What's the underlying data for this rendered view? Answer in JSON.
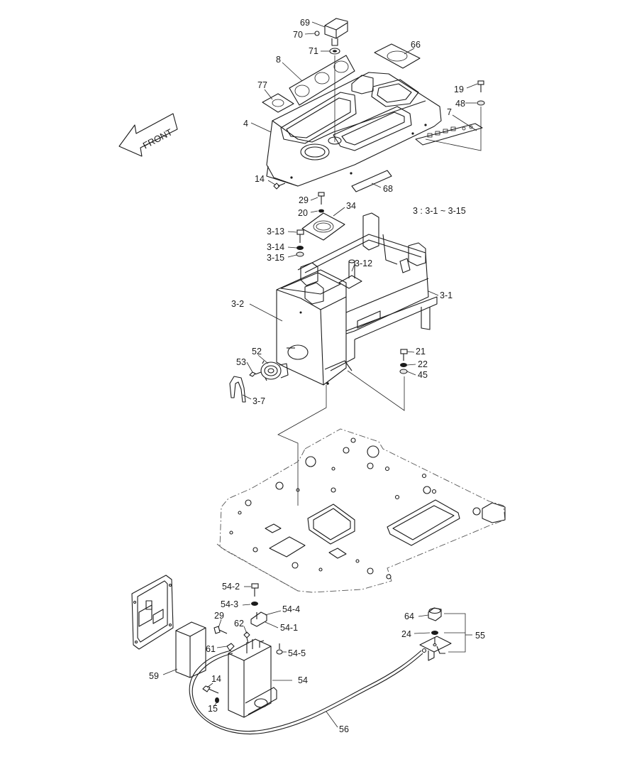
{
  "diagram": {
    "front_label": "FRONT",
    "range_note": "3 : 3-1 ~ 3-15",
    "callouts": {
      "c69": "69",
      "c70": "70",
      "c71": "71",
      "c66": "66",
      "c8": "8",
      "c77": "77",
      "c19": "19",
      "c48": "48",
      "c7": "7",
      "c4": "4",
      "c14a": "14",
      "c68": "68",
      "c29a": "29",
      "c20": "20",
      "c34": "34",
      "c3_13": "3-13",
      "c3_14": "3-14",
      "c3_15": "3-15",
      "c3_12": "3-12",
      "c3_1": "3-1",
      "c3_2": "3-2",
      "c52": "52",
      "c53": "53",
      "c3_7": "3-7",
      "c21": "21",
      "c22": "22",
      "c45": "45",
      "c54_2": "54-2",
      "c54_3": "54-3",
      "c54_4": "54-4",
      "c54_1": "54-1",
      "c29b": "29",
      "c62": "62",
      "c61": "61",
      "c54_5": "54-5",
      "c59": "59",
      "c54": "54",
      "c14b": "14",
      "c15": "15",
      "c56": "56",
      "c64": "64",
      "c24": "24",
      "c55": "55"
    }
  }
}
